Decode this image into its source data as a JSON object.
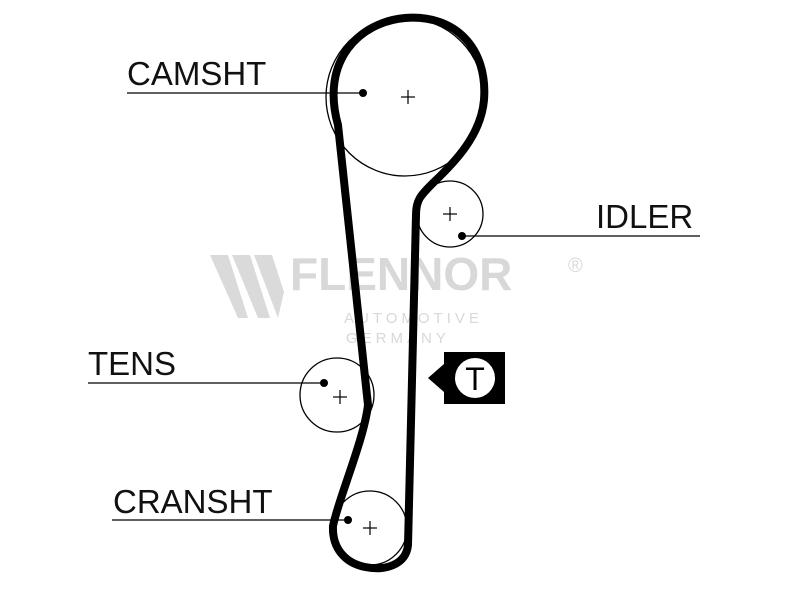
{
  "labels": {
    "camshaft": "CAMSHT",
    "idler": "IDLER",
    "tensioner": "TENS",
    "crankshaft": "CRANSHT"
  },
  "badge": {
    "letter": "T"
  },
  "watermark": {
    "brand": "FLENNOR",
    "registered": "®",
    "line1": "AUTOMOTIVE",
    "line2": "GERMANY"
  },
  "colors": {
    "line": "#000000",
    "watermark": "#d8d8d8",
    "background": "#ffffff"
  }
}
